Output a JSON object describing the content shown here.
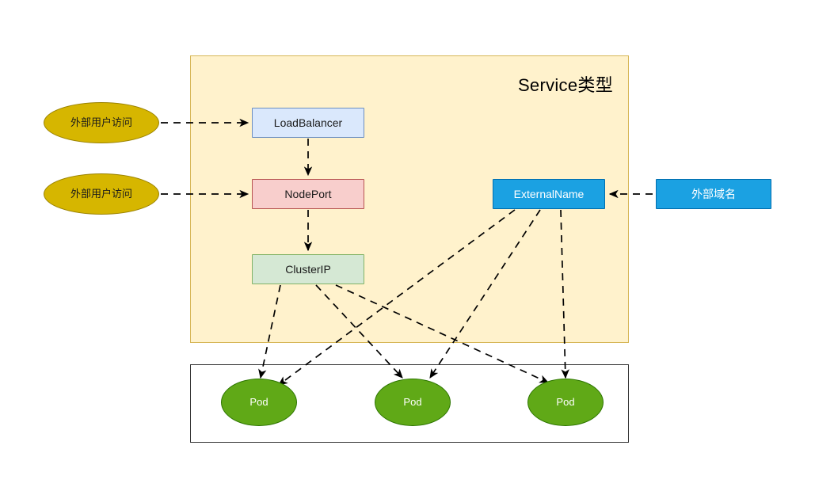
{
  "diagram": {
    "title": "Service类型",
    "groups": {
      "service": {
        "label": "Service类型"
      },
      "pods": {
        "label": ""
      }
    },
    "nodes": {
      "loadbalancer": {
        "label": "LoadBalancer",
        "fill": "#dae8fc",
        "stroke": "#6c8ebf"
      },
      "nodeport": {
        "label": "NodePort",
        "fill": "#f8cecc",
        "stroke": "#b85450"
      },
      "clusterip": {
        "label": "ClusterIP",
        "fill": "#d5e8d4",
        "stroke": "#82b366"
      },
      "externalname": {
        "label": "ExternalName",
        "fill": "#1ba1e2",
        "stroke": "#006eaf"
      },
      "externaldomain": {
        "label": "外部域名",
        "fill": "#1ba1e2",
        "stroke": "#006eaf"
      },
      "user1": {
        "label": "外部用户访问",
        "fill": "#d6b600",
        "stroke": "#9a8200"
      },
      "user2": {
        "label": "外部用户访问",
        "fill": "#d6b600",
        "stroke": "#9a8200"
      },
      "pod1": {
        "label": "Pod",
        "fill": "#60a917",
        "stroke": "#2d7600"
      },
      "pod2": {
        "label": "Pod",
        "fill": "#60a917",
        "stroke": "#2d7600"
      },
      "pod3": {
        "label": "Pod",
        "fill": "#60a917",
        "stroke": "#2d7600"
      }
    },
    "edges": [
      {
        "from": "user1",
        "to": "loadbalancer",
        "style": "dashed",
        "arrow": "end"
      },
      {
        "from": "user2",
        "to": "nodeport",
        "style": "dashed",
        "arrow": "end"
      },
      {
        "from": "loadbalancer",
        "to": "nodeport",
        "style": "dashed",
        "arrow": "end"
      },
      {
        "from": "nodeport",
        "to": "clusterip",
        "style": "dashed",
        "arrow": "end"
      },
      {
        "from": "externaldomain",
        "to": "externalname",
        "style": "dashed",
        "arrow": "end"
      },
      {
        "from": "clusterip",
        "to": "pod1",
        "style": "dashed",
        "arrow": "end"
      },
      {
        "from": "clusterip",
        "to": "pod2",
        "style": "dashed",
        "arrow": "end"
      },
      {
        "from": "clusterip",
        "to": "pod3",
        "style": "dashed",
        "arrow": "end"
      },
      {
        "from": "externalname",
        "to": "pod1",
        "style": "dashed",
        "arrow": "end"
      },
      {
        "from": "externalname",
        "to": "pod2",
        "style": "dashed",
        "arrow": "end"
      },
      {
        "from": "externalname",
        "to": "pod3",
        "style": "dashed",
        "arrow": "end"
      }
    ],
    "colors": {
      "service_group_fill": "#fff2cc",
      "service_group_stroke": "#d6b656",
      "pod_group_stroke": "#333333",
      "edge": "#000000",
      "background": "#ffffff"
    }
  }
}
